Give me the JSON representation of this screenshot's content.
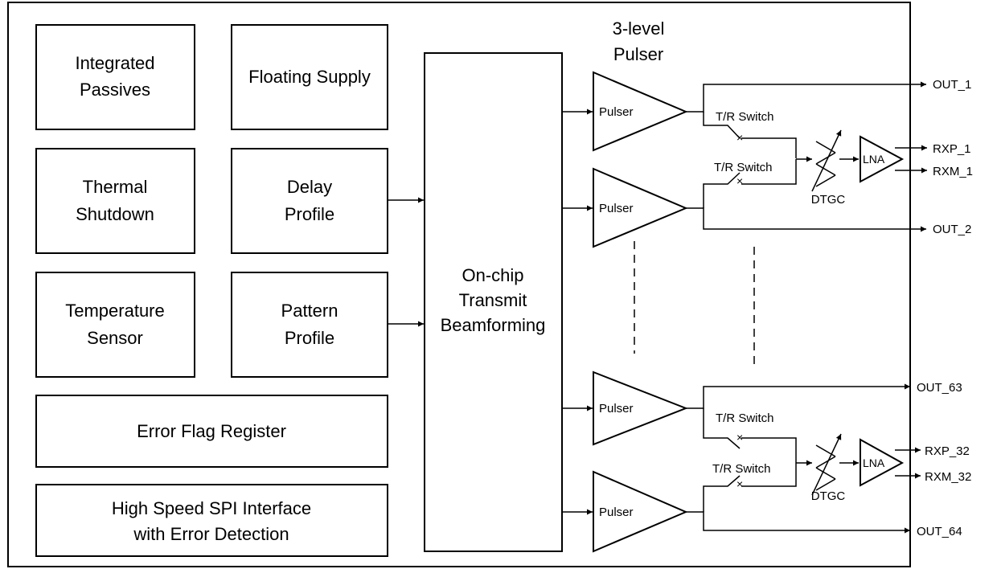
{
  "blocks": {
    "integrated_passives": [
      "Integrated",
      "Passives"
    ],
    "floating_supply": "Floating Supply",
    "thermal_shutdown": [
      "Thermal",
      "Shutdown"
    ],
    "delay_profile": [
      "Delay",
      "Profile"
    ],
    "temperature_sensor": [
      "Temperature",
      "Sensor"
    ],
    "pattern_profile": [
      "Pattern",
      "Profile"
    ],
    "error_flag_register": "Error Flag Register",
    "spi_interface": [
      "High Speed SPI Interface",
      "with Error Detection"
    ],
    "beamforming": [
      "On-chip",
      "Transmit",
      "Beamforming"
    ]
  },
  "pulser_header": [
    "3-level",
    "Pulser"
  ],
  "labels": {
    "pulser": "Pulser",
    "tr_switch": "T/R Switch",
    "lna": "LNA",
    "dtgc": "DTGC"
  },
  "outputs": {
    "out_1": "OUT_1",
    "rxp_1": "RXP_1",
    "rxm_1": "RXM_1",
    "out_2": "OUT_2",
    "out_63": "OUT_63",
    "rxp_32": "RXP_32",
    "rxm_32": "RXM_32",
    "out_64": "OUT_64"
  }
}
